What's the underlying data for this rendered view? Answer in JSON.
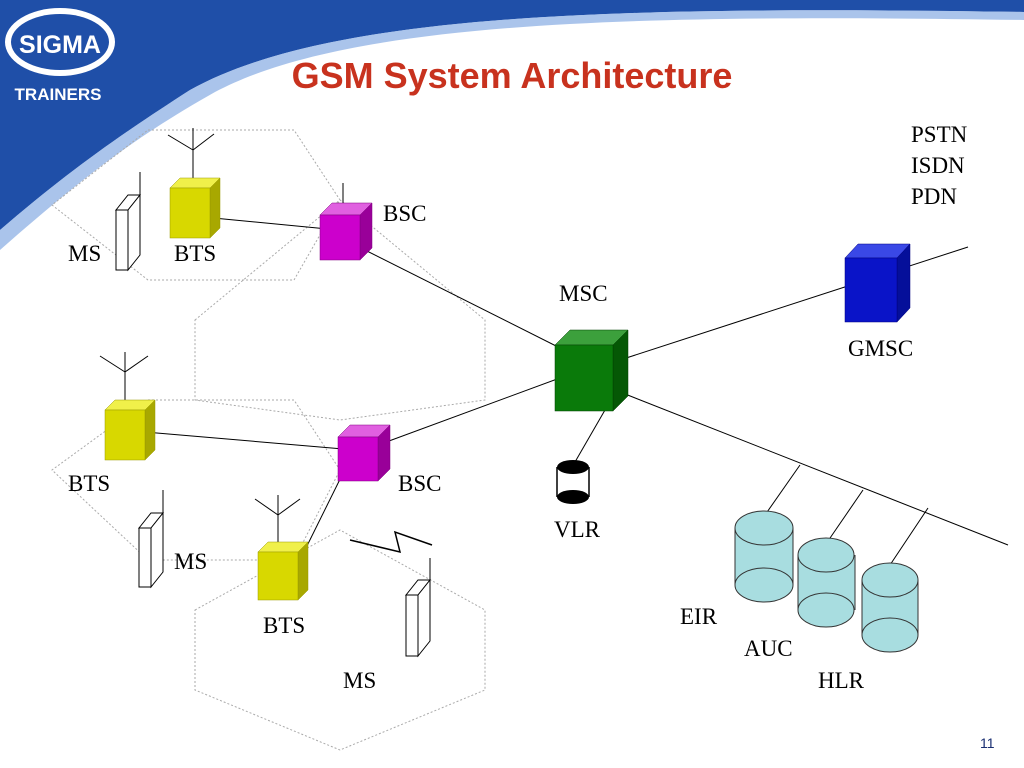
{
  "slide": {
    "title": "GSM System Architecture",
    "page_number": "11"
  },
  "logo": {
    "name": "SIGMA",
    "subtitle": "TRAINERS"
  },
  "network": {
    "external_networks": [
      "PSTN",
      "ISDN",
      "PDN"
    ]
  },
  "labels": {
    "ms_top": "MS",
    "bts_top": "BTS",
    "bsc_top": "BSC",
    "msc": "MSC",
    "gmsc": "GMSC",
    "bts_mid": "BTS",
    "bsc_mid": "BSC",
    "vlr": "VLR",
    "ms_mid": "MS",
    "bts_bottom": "BTS",
    "ms_bottom": "MS",
    "eir": "EIR",
    "auc": "AUC",
    "hlr": "HLR"
  },
  "colors": {
    "title": "#c8321e",
    "header_blue": "#1f4fa8",
    "bts": "#d8d800",
    "bsc": "#cc00cc",
    "msc": "#0a7a0a",
    "gmsc": "#0a14c8",
    "database": "#a8dde0",
    "vlr": "#000000"
  }
}
